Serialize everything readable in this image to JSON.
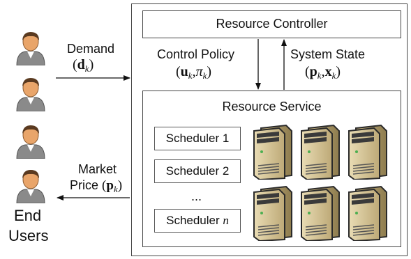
{
  "resource_controller": {
    "title": "Resource Controller"
  },
  "resource_service": {
    "title": "Resource Service"
  },
  "arrows": {
    "demand": {
      "label": "Demand",
      "symbol_bold": "d",
      "symbol_sub": "k"
    },
    "control_policy": {
      "label": "Control Policy",
      "symbol_u": "u",
      "symbol_pi": "π",
      "symbol_sub": "k"
    },
    "system_state": {
      "label": "System State",
      "symbol_p": "p",
      "symbol_x": "x",
      "symbol_sub": "k"
    },
    "market_price": {
      "label_line1": "Market",
      "label_line2": "Price",
      "symbol_bold": "p",
      "symbol_sub": "k"
    }
  },
  "schedulers": [
    {
      "label": "Scheduler 1"
    },
    {
      "label": "Scheduler 2"
    },
    {
      "label": "..."
    },
    {
      "label": "Scheduler ",
      "suffix_italic": "n"
    }
  ],
  "end_users": {
    "line1": "End",
    "line2": "Users",
    "user_count": 4
  },
  "server_count": 6,
  "icons": {
    "user": "user-avatar-icon",
    "server": "server-tower-icon"
  }
}
